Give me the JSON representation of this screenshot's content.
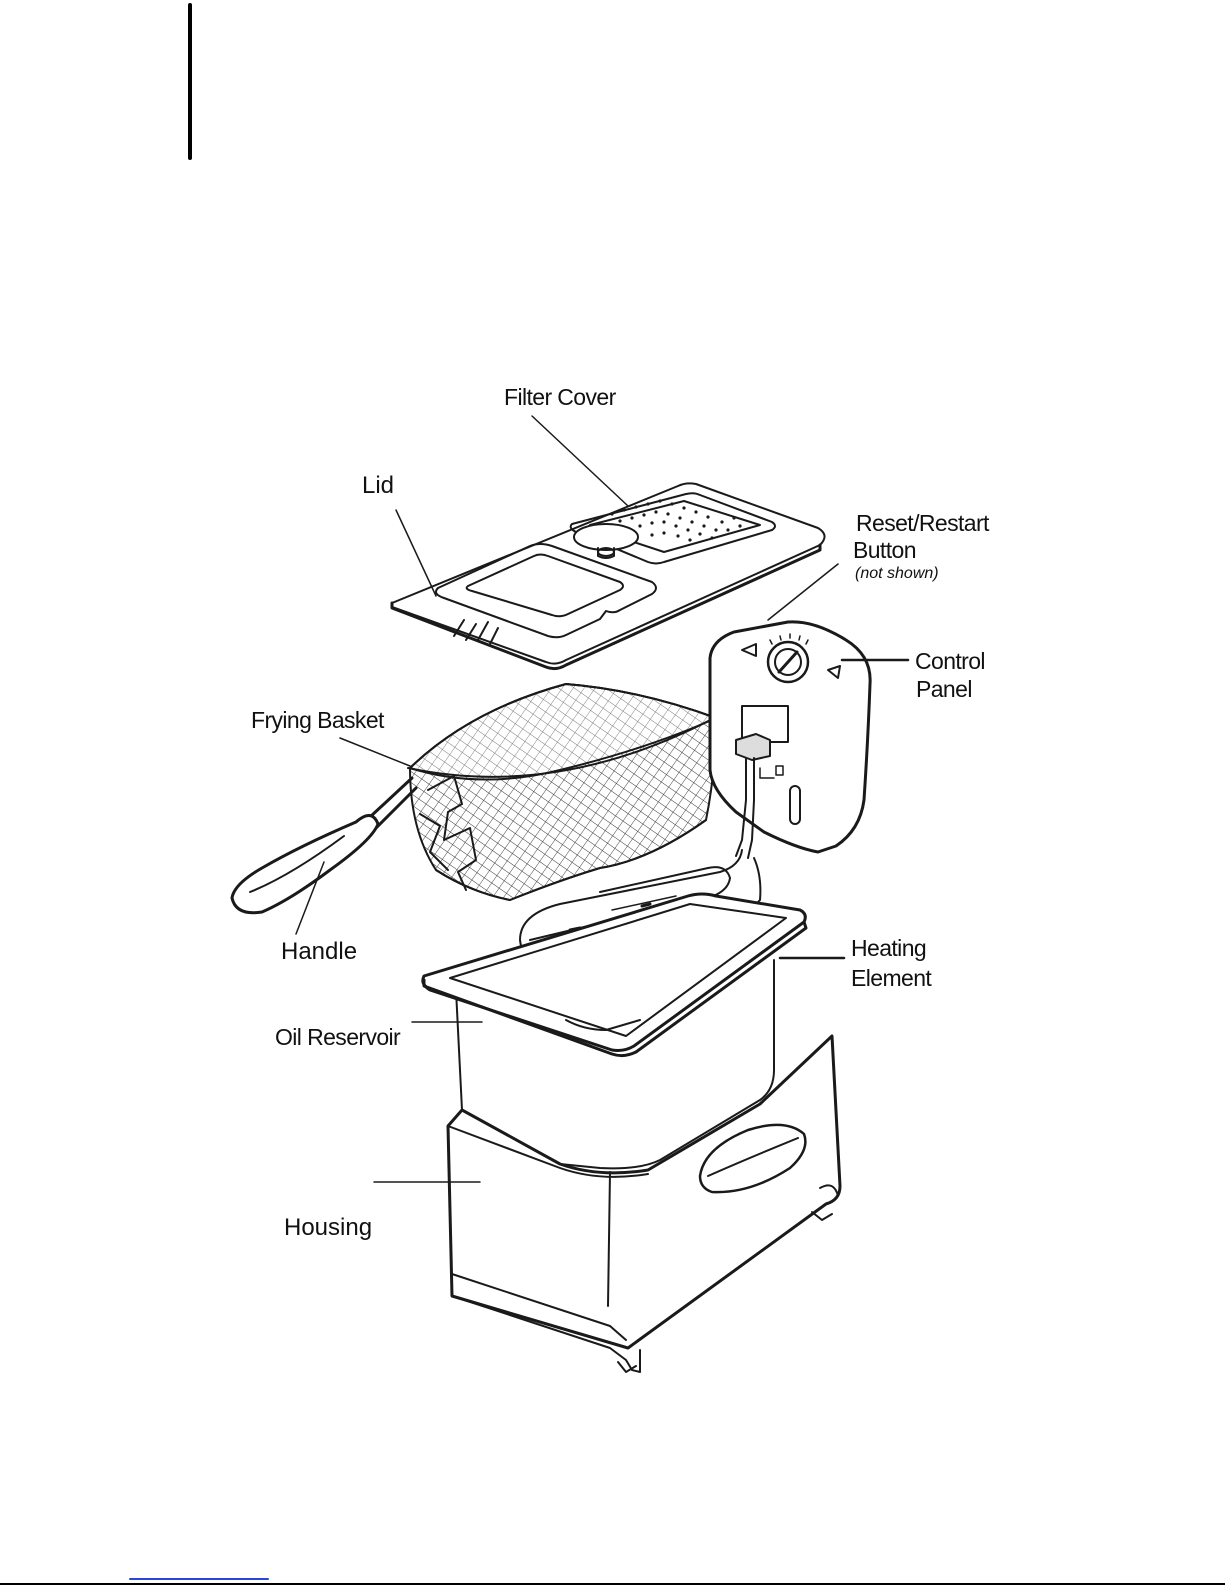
{
  "diagram": {
    "labels": {
      "filter_cover": "Filter Cover",
      "lid": "Lid",
      "reset_restart": "Reset/Restart",
      "button": "Button",
      "not_shown": "(not shown)",
      "control": "Control",
      "panel": "Panel",
      "frying_basket": "Frying Basket",
      "handle": "Handle",
      "heating": "Heating",
      "element": "Element",
      "oil_reservoir": "Oil Reservoir",
      "housing": "Housing"
    }
  }
}
